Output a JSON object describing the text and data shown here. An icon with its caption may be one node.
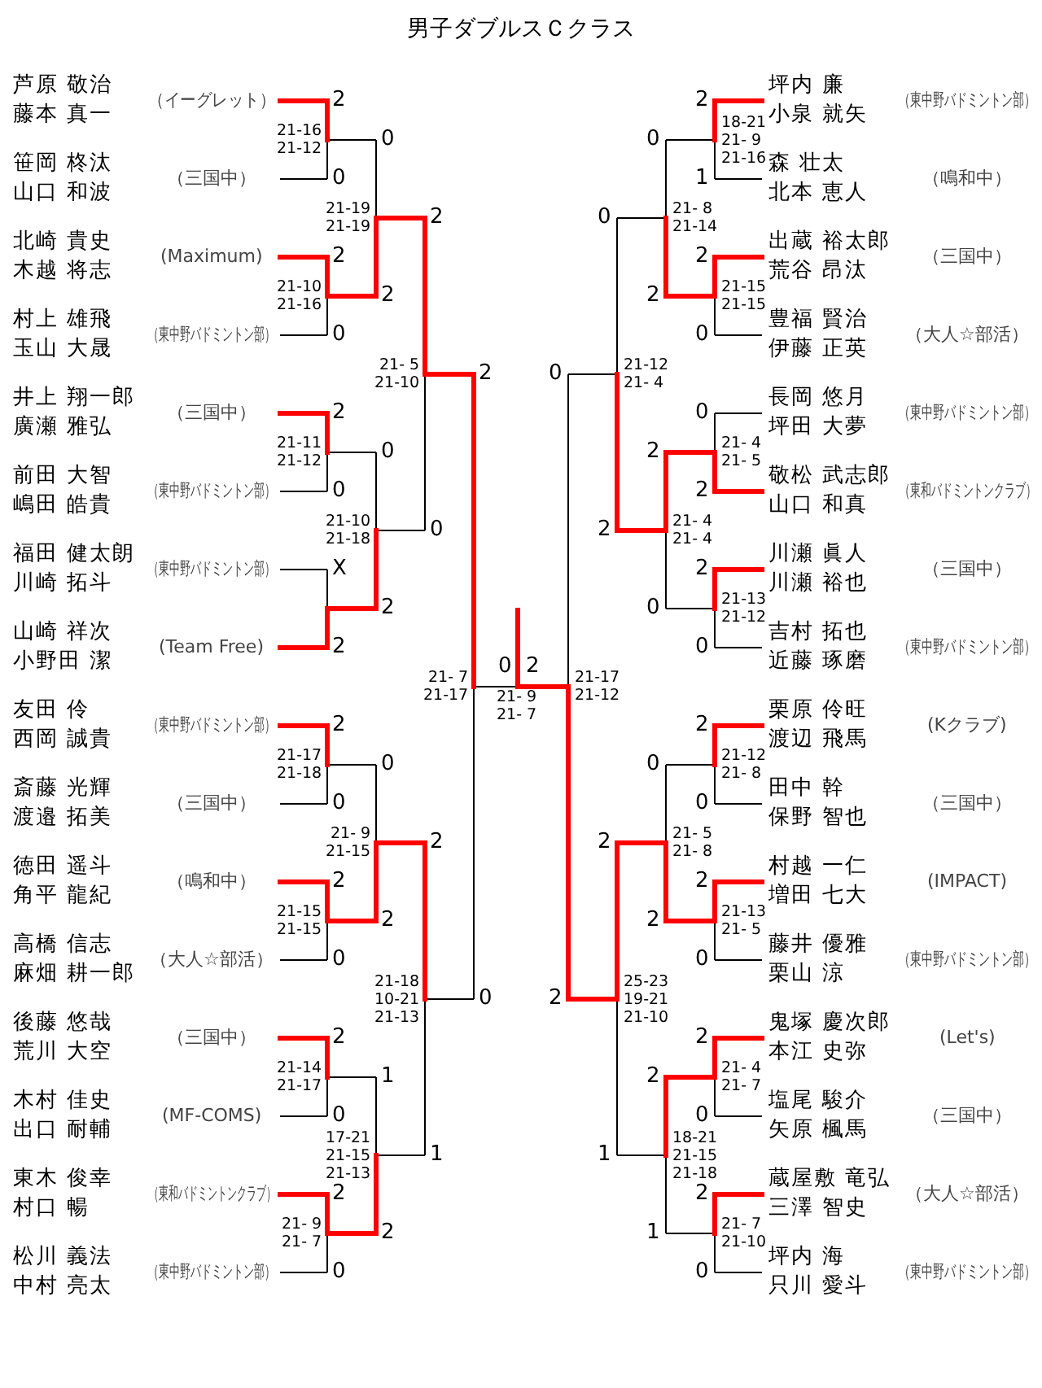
{
  "diagram": {
    "title": "男子ダブルスＣクラス",
    "labels": [
      "芦原 敬治",
      "藤本 真一",
      "（イーグレット）",
      "笹岡 柊汰",
      "山口 和波",
      "（三国中）",
      "北崎 貴史",
      "木越 将志",
      "(Maximum)",
      "村上 雄飛",
      "玉山 大晟",
      "（東中野バドミントン部）",
      "井上 翔一郎",
      "廣瀬 雅弘",
      "（三国中）",
      "前田 大智",
      "嶋田 皓貴",
      "（東中野バドミントン部）",
      "福田 健太朗",
      "川崎 拓斗",
      "（東中野バドミントン部）",
      "山崎 祥次",
      "小野田 潔",
      "(Team Free)",
      "友田 伶",
      "西岡 誠貴",
      "（東中野バドミントン部）",
      "斎藤 光輝",
      "渡邉 拓美",
      "（三国中）",
      "徳田 遥斗",
      "角平 龍紀",
      "（鳴和中）",
      "高橋 信志",
      "麻畑 耕一郎",
      "（大人☆部活）",
      "後藤 悠哉",
      "荒川 大空",
      "（三国中）",
      "木村 佳史",
      "出口 耐輔",
      "(MF-COMS)",
      "東木 俊幸",
      "村口 暢",
      "（東和バドミントンクラブ）",
      "松川 義法",
      "中村 亮太",
      "（東中野バドミントン部）",
      "2",
      "0",
      "21-16",
      "21-12",
      "2",
      "0",
      "21-10",
      "21-16",
      "2",
      "0",
      "21-11",
      "21-12",
      "X",
      "2",
      "2",
      "0",
      "21-17",
      "21-18",
      "2",
      "0",
      "21-15",
      "21-15",
      "2",
      "0",
      "21-14",
      "21-17",
      "2",
      "0",
      "21- 9",
      "21- 7",
      "0",
      "2",
      "21-19",
      "21-19",
      "0",
      "2",
      "21-10",
      "21-18",
      "0",
      "2",
      "21- 9",
      "21-15",
      "1",
      "2",
      "17-21",
      "21-15",
      "21-13",
      "2",
      "0",
      "21- 5",
      "21-10",
      "2",
      "1",
      "21-18",
      "10-21",
      "21-13",
      "2",
      "0",
      "21- 7",
      "21-17",
      "0",
      "2",
      "21- 9",
      "21- 7",
      "坪内 廉",
      "小泉 就矢",
      "（東中野バドミントン部）",
      "森 壮太",
      "北本 恵人",
      "（鳴和中）",
      "出蔵 裕太郎",
      "荒谷 昂汰",
      "（三国中）",
      "豊福 賢治",
      "伊藤 正英",
      "（大人☆部活）",
      "長岡 悠月",
      "坪田 大夢",
      "（東中野バドミントン部）",
      "敬松 武志郎",
      "山口 和真",
      "（東和バドミントンクラブ）",
      "川瀬 眞人",
      "川瀬 裕也",
      "（三国中）",
      "吉村 拓也",
      "近藤 琢磨",
      "（東中野バドミントン部）",
      "栗原 伶旺",
      "渡辺 飛馬",
      "(Kクラブ)",
      "田中 幹",
      "保野 智也",
      "（三国中）",
      "村越 一仁",
      "増田 七大",
      "(IMPACT)",
      "藤井 優雅",
      "栗山 涼",
      "（東中野バドミントン部）",
      "鬼塚 慶次郎",
      "本江 史弥",
      "(Let's)",
      "塩尾 駿介",
      "矢原 楓馬",
      "（三国中）",
      "蔵屋敷 竜弘",
      "三澤 智史",
      "（大人☆部活）",
      "坪内 海",
      "只川 愛斗",
      "（東中野バドミントン部）",
      "2",
      "1",
      "18-21",
      "21- 9",
      "21-16",
      "2",
      "0",
      "21-15",
      "21-15",
      "0",
      "2",
      "21- 4",
      "21- 5",
      "2",
      "0",
      "21-13",
      "21-12",
      "2",
      "0",
      "21-12",
      "21- 8",
      "2",
      "0",
      "21-13",
      "21- 5",
      "2",
      "0",
      "21- 4",
      "21- 7",
      "2",
      "0",
      "21- 7",
      "21-10",
      "0",
      "2",
      "21- 8",
      "21-14",
      "2",
      "0",
      "21- 4",
      "21- 4",
      "0",
      "2",
      "21- 5",
      "21- 8",
      "2",
      "1",
      "18-21",
      "21-15",
      "21-18",
      "0",
      "2",
      "21-12",
      "21- 4",
      "2",
      "1",
      "25-23",
      "19-21",
      "21-10",
      "0",
      "2",
      "21-17",
      "21-12"
    ]
  }
}
